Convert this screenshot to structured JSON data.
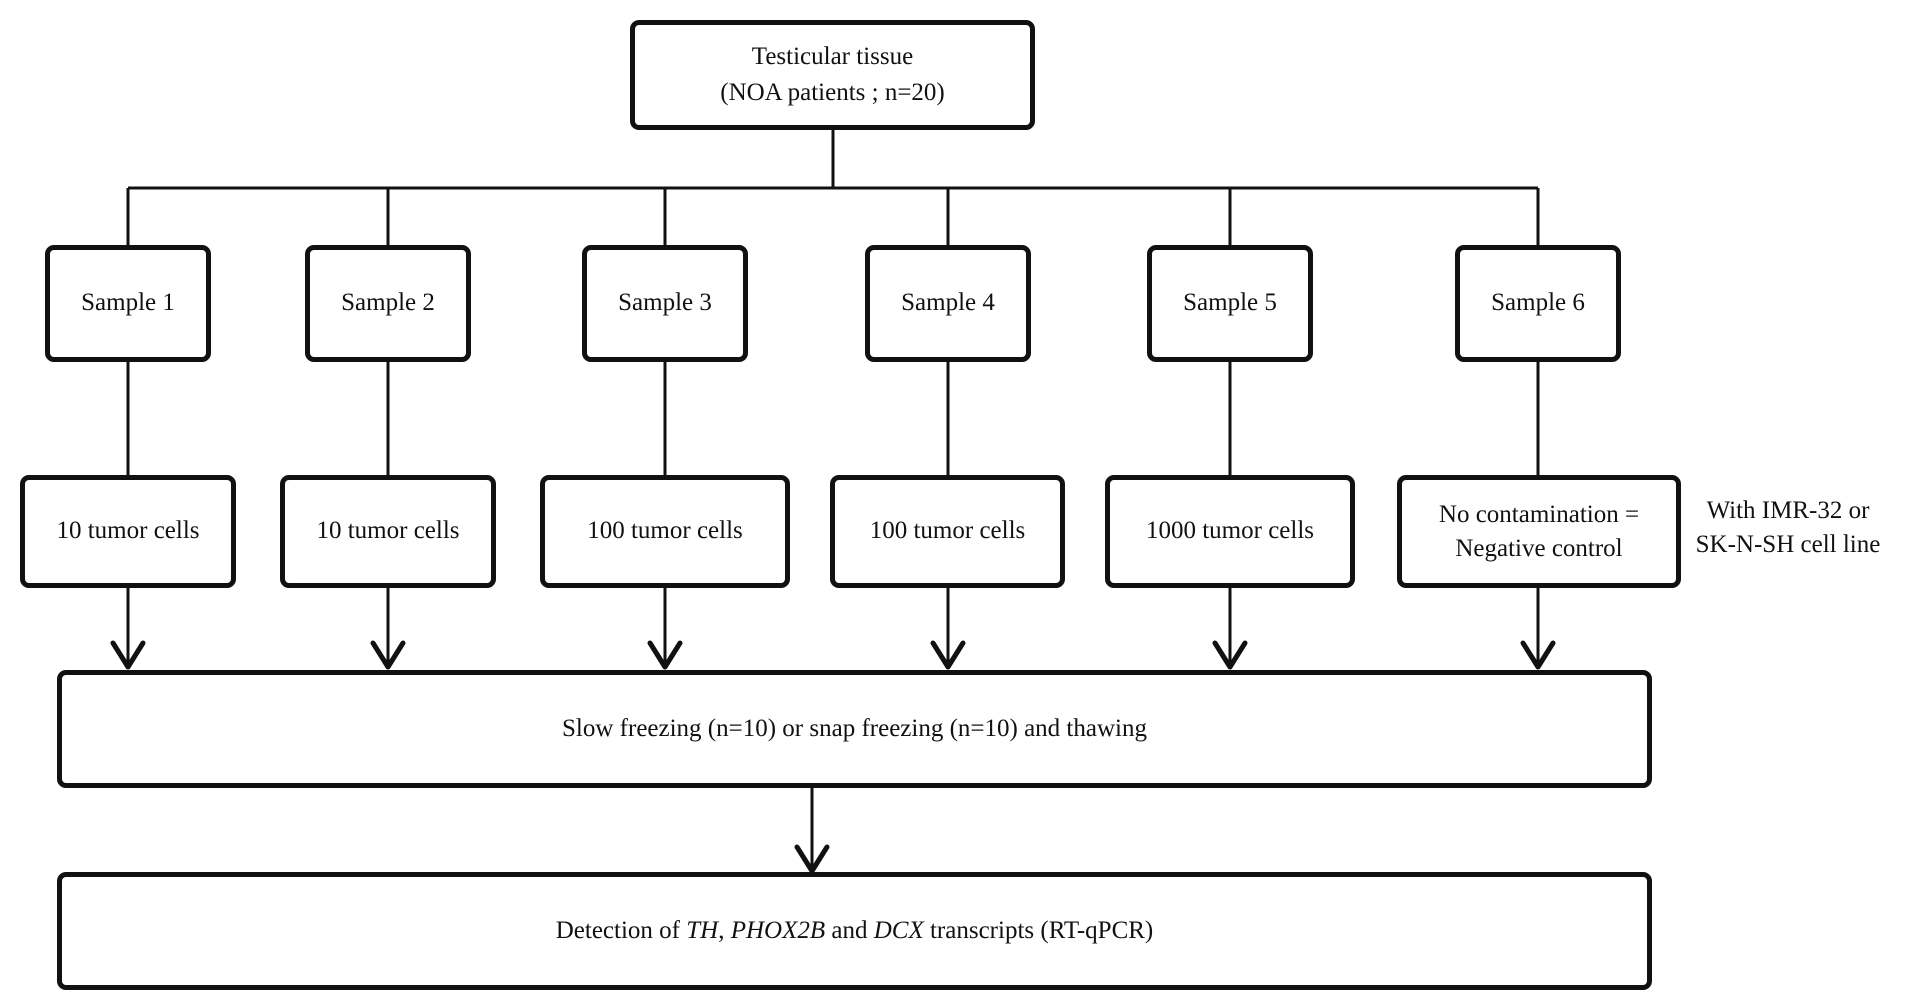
{
  "root": {
    "line1": "Testicular tissue",
    "line2": "(NOA patients ; n=20)"
  },
  "samples": [
    {
      "label": "Sample 1",
      "cells": "10 tumor cells"
    },
    {
      "label": "Sample 2",
      "cells": "10 tumor cells"
    },
    {
      "label": "Sample 3",
      "cells": "100 tumor cells"
    },
    {
      "label": "Sample 4",
      "cells": "100 tumor cells"
    },
    {
      "label": "Sample 5",
      "cells": "1000 tumor cells"
    },
    {
      "label": "Sample 6",
      "cells_line1": "No contamination =",
      "cells_line2": "Negative control"
    }
  ],
  "side_note": {
    "line1": "With IMR-32 or",
    "line2": "SK-N-SH cell line"
  },
  "freezing": {
    "text": "Slow freezing (n=10) or snap freezing (n=10) and thawing"
  },
  "detection": {
    "prefix": "Detection of ",
    "gene1": "TH",
    "sep1": ", ",
    "gene2": "PHOX2B",
    "sep2": " and ",
    "gene3": "DCX",
    "suffix": " transcripts (RT-qPCR)"
  }
}
